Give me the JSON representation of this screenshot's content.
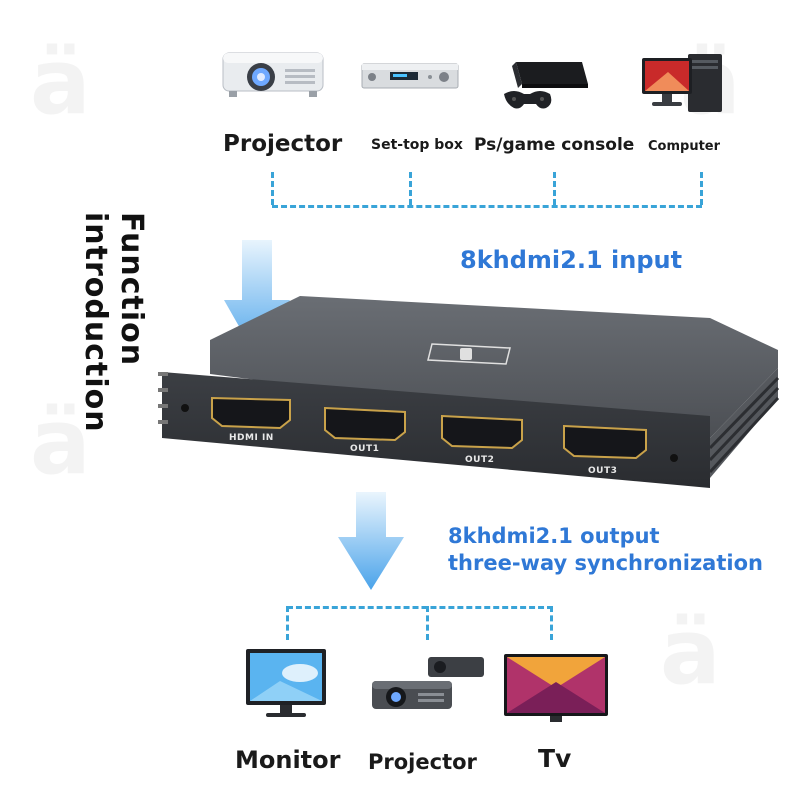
{
  "sources": {
    "projector": "Projector",
    "settop": "Set-top box",
    "console": "Ps/game console",
    "computer": "Computer"
  },
  "title": {
    "line1": "Function",
    "line2": "introduction"
  },
  "input_label": "8khdmi2.1 input",
  "output_label": {
    "line1": "8khdmi2.1 output",
    "line2": "three-way synchronization"
  },
  "ports": {
    "in": "HDMI IN",
    "out1": "OUT1",
    "out2": "OUT2",
    "out3": "OUT3"
  },
  "displays": {
    "monitor": "Monitor",
    "projector": "Projector",
    "tv": "Tv"
  },
  "colors": {
    "accent_blue": "#2f78d6",
    "dash_blue": "#39a4d8",
    "device_gray": "#4a4d52"
  }
}
